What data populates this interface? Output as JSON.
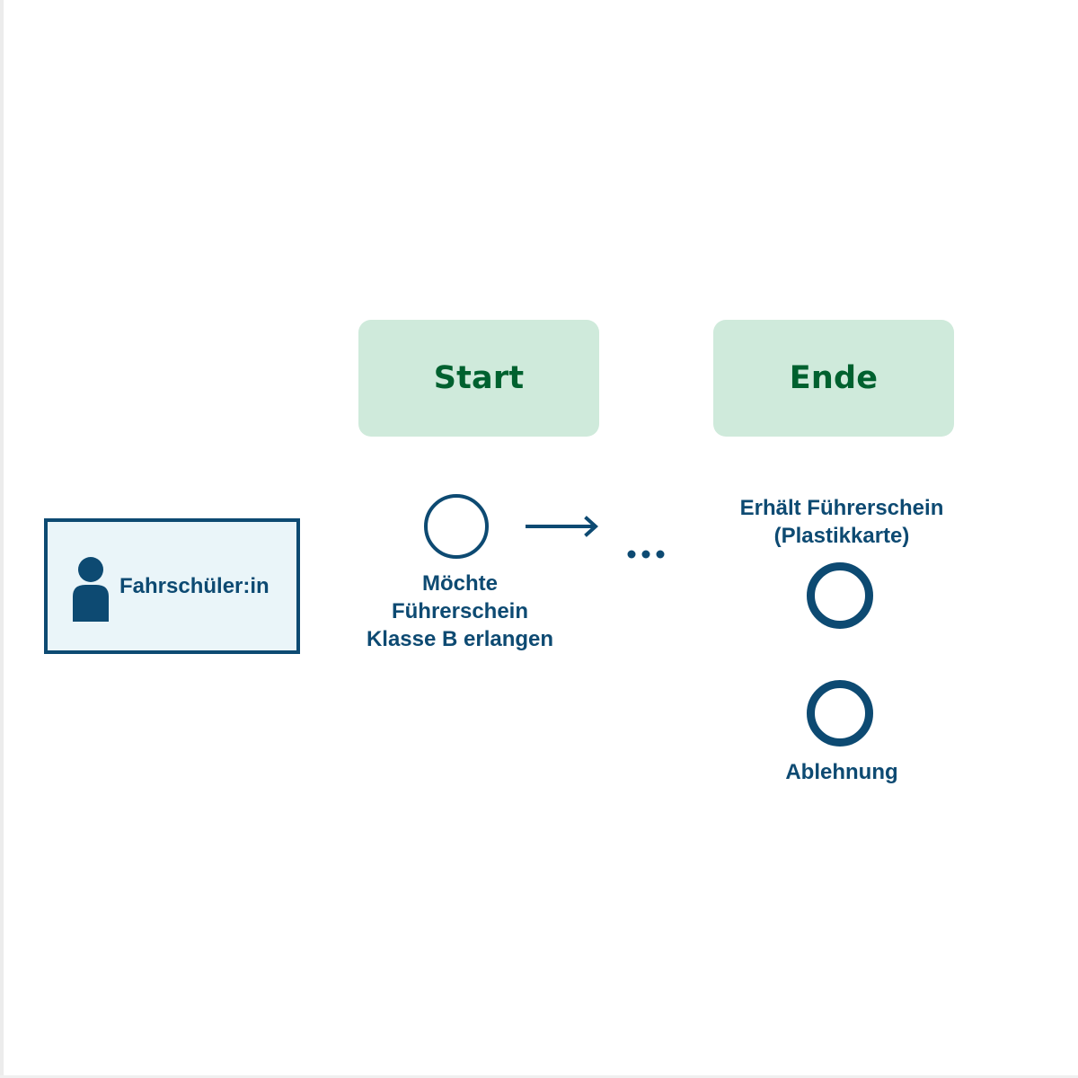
{
  "phases": {
    "start_label": "Start",
    "end_label": "Ende"
  },
  "actor": {
    "label": "Fahrschüler:in",
    "icon": "person-icon"
  },
  "events": {
    "start": {
      "label": "Möchte\nFührerschein\nKlasse B erlangen"
    },
    "end_success": {
      "label": "Erhält Führerschein\n(Plastikkarte)"
    },
    "end_rejection": {
      "label": "Ablehnung"
    }
  },
  "colors": {
    "primary": "#0d4a72",
    "phase_bg": "#cfeadb",
    "phase_text": "#00612f",
    "actor_bg": "#eaf5f9"
  },
  "icons": {
    "flow": "arrow-right-icon",
    "continuation": "ellipsis-icon"
  }
}
